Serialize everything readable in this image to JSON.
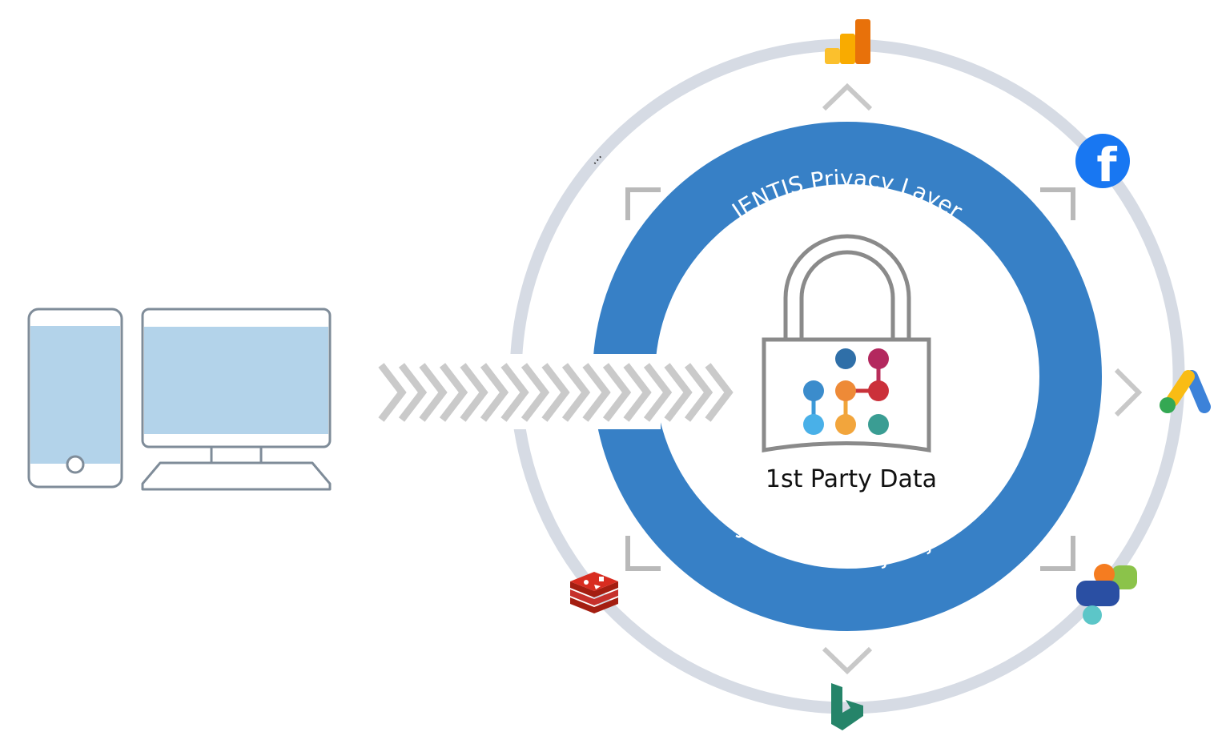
{
  "center_label": "1st Party Data",
  "ring_label_top": "JENTIS Privacy Layer",
  "ring_label_bottom": "JENTIS Privacy Layer",
  "more_indicator": "...",
  "facebook_glyph": "f",
  "colors": {
    "outer_ring": "#D6DBE4",
    "privacy_ring": "#3780C6",
    "device_fill": "#B3D3EA",
    "device_stroke": "#7F8C99",
    "chevron": "#C8C8C8",
    "bracket": "#B9B9B9",
    "lock_stroke": "#8A8A8A"
  },
  "icons": [
    "google-analytics-icon",
    "facebook-icon",
    "google-ads-icon",
    "colorful-logo-icon",
    "bing-icon",
    "redis-icon",
    "lock-icon",
    "data-graph-icon",
    "smartphone-icon",
    "desktop-monitor-icon"
  ]
}
